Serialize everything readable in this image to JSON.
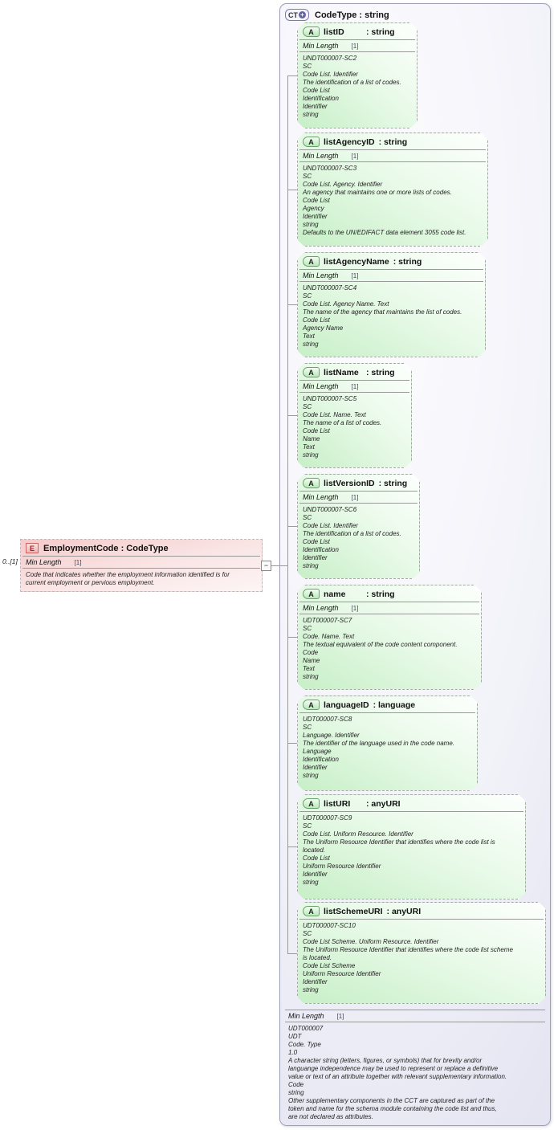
{
  "icons": {
    "element": "E",
    "attribute": "A",
    "complextype": "CT",
    "complextype_plus": "+",
    "collapse": "−"
  },
  "element": {
    "cardinality": "0..[1]",
    "title": "EmploymentCode : CodeType",
    "facet_label": "Min Length",
    "facet_value": "[1]",
    "annotation": "Code that indicates whether the employment information identified is for\ncurrent employment or pervious employment."
  },
  "complex_type": {
    "title": "CodeType : string",
    "facet_label": "Min Length",
    "facet_value": "[1]",
    "annotation": "UDT000007\nUDT\nCode. Type\n1.0\nA character string (letters, figures, or symbols) that for brevity and/or\nlanguange independence may be used to represent or replace a definitive\nvalue or text of an attribute together with relevant supplementary information.\nCode\nstring\nOther supplementary components in the CCT are captured as part of the\ntoken and name for the schema module containing the code list and thus,\nare not declared as attributes.",
    "attributes": [
      {
        "name": "listID",
        "type": ": string",
        "facet_label": "Min Length",
        "facet_value": "[1]",
        "annotation": "UNDT000007-SC2\nSC\nCode List. Identifier\nThe identification of a list of codes.\nCode List\nIdentification\nIdentifier\nstring"
      },
      {
        "name": "listAgencyID",
        "type": ": string",
        "facet_label": "Min Length",
        "facet_value": "[1]",
        "annotation": "UNDT000007-SC3\nSC\nCode List. Agency. Identifier\nAn agency that maintains one or more lists of codes.\nCode List\nAgency\nIdentifier\nstring\nDefaults to the UN/EDIFACT data element 3055 code list."
      },
      {
        "name": "listAgencyName",
        "type": ": string",
        "facet_label": "Min Length",
        "facet_value": "[1]",
        "annotation": "UNDT000007-SC4\nSC\nCode List. Agency Name. Text\nThe name of the agency that maintains the list of codes.\nCode List\nAgency Name\nText\nstring"
      },
      {
        "name": "listName",
        "type": ": string",
        "facet_label": "Min Length",
        "facet_value": "[1]",
        "annotation": "UNDT000007-SC5\nSC\nCode List. Name. Text\nThe name of a list of codes.\nCode List\nName\nText\nstring"
      },
      {
        "name": "listVersionID",
        "type": ": string",
        "facet_label": "Min Length",
        "facet_value": "[1]",
        "annotation": "UNDT000007-SC6\nSC\nCode List. Identifier\nThe identification of a list of codes.\nCode List\nIdentification\nIdentifier\nstring"
      },
      {
        "name": "name",
        "type": ": string",
        "facet_label": "Min Length",
        "facet_value": "[1]",
        "annotation": "UDT000007-SC7\nSC\nCode. Name. Text\nThe textual equivalent of the code content component.\nCode\nName\nText\nstring"
      },
      {
        "name": "languageID",
        "type": ": language",
        "annotation": "UDT000007-SC8\nSC\nLanguage. Identifier\nThe identifier of the language used in the code name.\nLanguage\nIdentification\nIdentifier\nstring"
      },
      {
        "name": "listURI",
        "type": ": anyURI",
        "annotation": "UDT000007-SC9\nSC\nCode List. Uniform Resource. Identifier\nThe Uniform Resource Identifier that identifies where the code list is\nlocated.\nCode List\nUniform Resource Identifier\nIdentifier\nstring"
      },
      {
        "name": "listSchemeURI",
        "type": ": anyURI",
        "annotation": "UDT000007-SC10\nSC\nCode List Scheme. Uniform Resource. Identifier\nThe Uniform Resource Identifier that identifies where the code list scheme\nis located.\nCode List Scheme\nUniform Resource Identifier\nIdentifier\nstring"
      }
    ]
  }
}
